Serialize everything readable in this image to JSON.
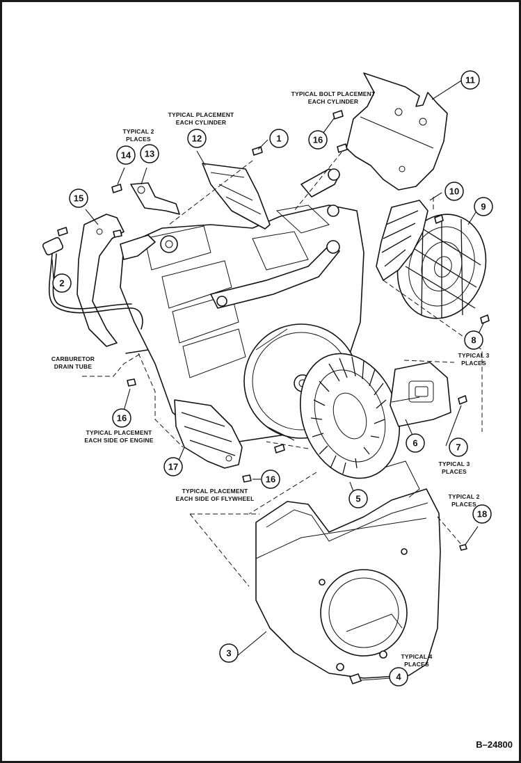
{
  "diagram": {
    "doc_id": "B–24800",
    "callouts": [
      {
        "num": "1"
      },
      {
        "num": "2"
      },
      {
        "num": "3"
      },
      {
        "num": "4"
      },
      {
        "num": "5"
      },
      {
        "num": "6"
      },
      {
        "num": "7"
      },
      {
        "num": "8"
      },
      {
        "num": "9"
      },
      {
        "num": "10"
      },
      {
        "num": "11"
      },
      {
        "num": "12"
      },
      {
        "num": "13"
      },
      {
        "num": "14"
      },
      {
        "num": "15"
      },
      {
        "num": "16"
      },
      {
        "num": "16"
      },
      {
        "num": "16"
      },
      {
        "num": "17"
      },
      {
        "num": "18"
      }
    ],
    "notes": {
      "bolt_cylinder": [
        "TYPICAL BOLT PLACEMENT",
        "EACH CYLINDER"
      ],
      "placement_cylinder": [
        "TYPICAL PLACEMENT",
        "EACH CYLINDER"
      ],
      "typical2_top": [
        "TYPICAL 2",
        "PLACES"
      ],
      "carburetor": [
        "CARBURETOR",
        "DRAIN TUBE"
      ],
      "placement_engine": [
        "TYPICAL PLACEMENT",
        "EACH SIDE OF ENGINE"
      ],
      "placement_flywheel": [
        "TYPICAL PLACEMENT",
        "EACH SIDE OF FLYWHEEL"
      ],
      "typical3_upper": [
        "TYPICAL 3",
        "PLACES"
      ],
      "typical3_lower": [
        "TYPICAL 3",
        "PLACES"
      ],
      "typical2_right": [
        "TYPICAL 2",
        "PLACES"
      ],
      "typical4": [
        "TYPICAL 4",
        "PLACES"
      ]
    }
  }
}
